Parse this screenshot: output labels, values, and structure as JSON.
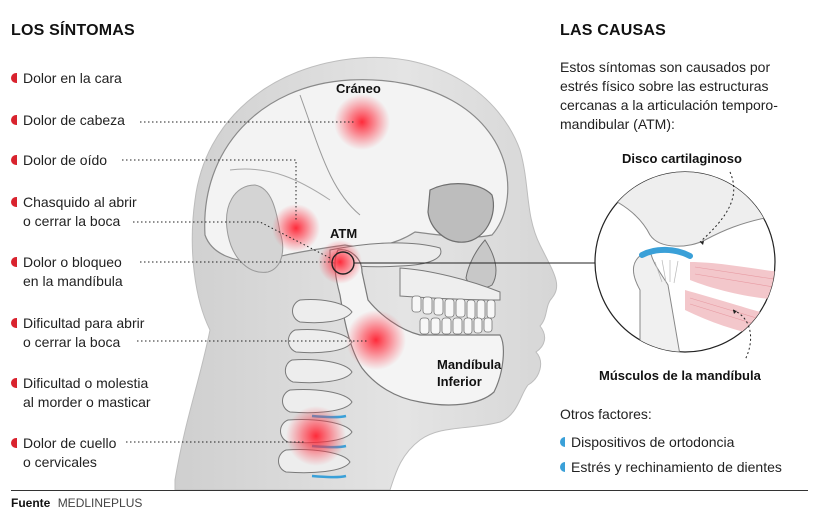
{
  "symptoms": {
    "title": "LOS SÍNTOMAS",
    "items": [
      {
        "lines": [
          "Dolor en la cara"
        ]
      },
      {
        "lines": [
          "Dolor de cabeza"
        ]
      },
      {
        "lines": [
          "Dolor de oído"
        ]
      },
      {
        "lines": [
          "Chasquido al abrir",
          "o cerrar la boca"
        ]
      },
      {
        "lines": [
          "Dolor o bloqueo",
          "en la mandíbula"
        ]
      },
      {
        "lines": [
          "Dificultad para abrir",
          "o cerrar la boca"
        ]
      },
      {
        "lines": [
          "Dificultad o molestia",
          "al morder o masticar"
        ]
      },
      {
        "lines": [
          "Dolor de cuello",
          "o cervicales"
        ]
      }
    ]
  },
  "causes": {
    "title": "LAS CAUSAS",
    "description_lines": [
      "Estos síntomas son causados por",
      "estrés físico sobre las estructuras",
      "cercanas a la articulación temporo-",
      "mandibular (ATM):"
    ],
    "disc_label": "Disco cartilaginoso",
    "muscles_label": "Músculos de la mandíbula",
    "other_title": "Otros factores:",
    "other_factors": [
      "Dispositivos de ortodoncia",
      "Estrés y rechinamiento de dientes"
    ]
  },
  "head_labels": {
    "skull": "Cráneo",
    "tmj": "ATM",
    "jaw_line1": "Mandíbula",
    "jaw_line2": "Inferior"
  },
  "footer": {
    "label": "Fuente",
    "source": "MEDLINEPLUS"
  },
  "colors": {
    "accent_red": "#d9232e",
    "accent_blue": "#3aa0d8",
    "skin": "#dcdcdc",
    "bone": "#f2f2f2"
  }
}
